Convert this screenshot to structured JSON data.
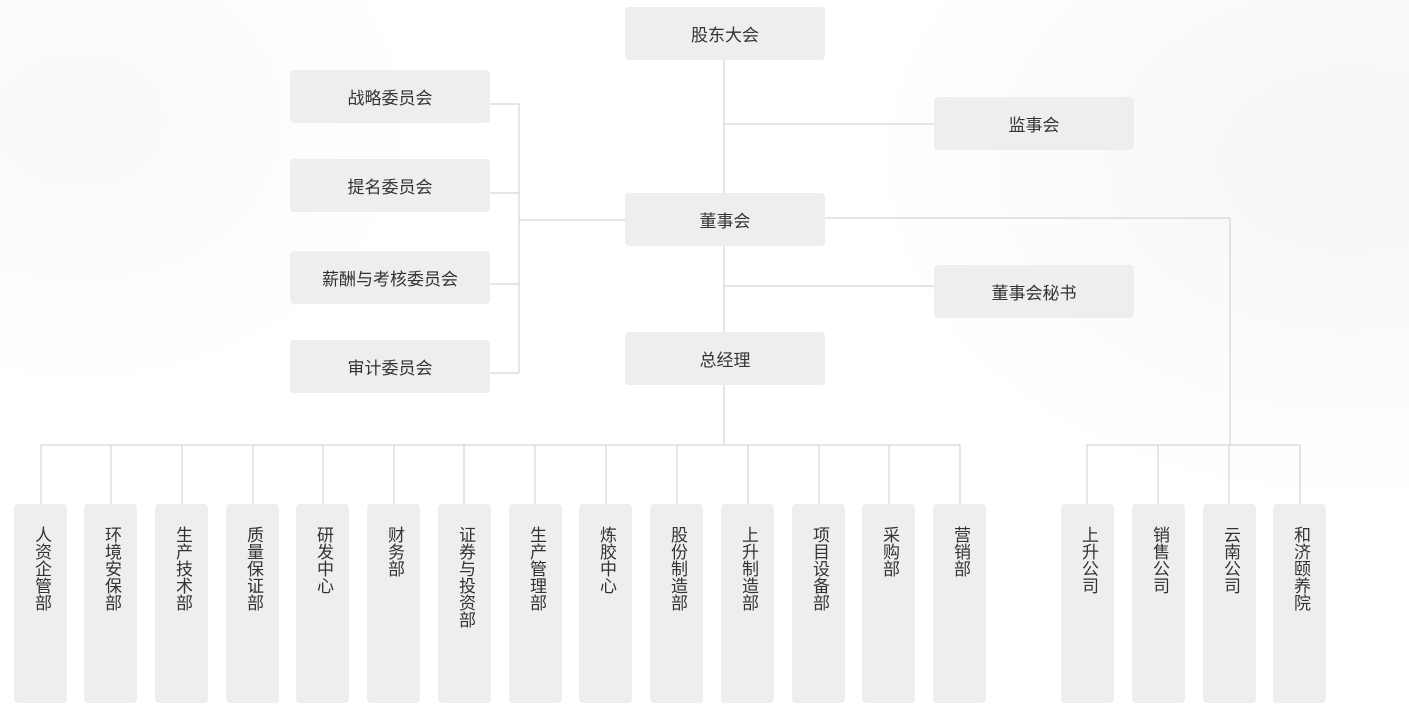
{
  "top": {
    "shareholders": "股东大会",
    "supervisors": "监事会",
    "board": "董事会",
    "board_secretary": "董事会秘书",
    "general_manager": "总经理"
  },
  "committees": [
    "战略委员会",
    "提名委员会",
    "薪酬与考核委员会",
    "审计委员会"
  ],
  "departments": [
    "人资企管部",
    "环境安保部",
    "生产技术部",
    "质量保证部",
    "研发中心",
    "财务部",
    "证券与投资部",
    "生产管理部",
    "炼胶中心",
    "股份制造部",
    "上升制造部",
    "项目设备部",
    "采购部",
    "营销部"
  ],
  "subsidiaries": [
    "上升公司",
    "销售公司",
    "云南公司",
    "和济颐养院"
  ],
  "colors": {
    "box": "#eeeeee",
    "line": "#cccccc",
    "text": "#333333"
  }
}
